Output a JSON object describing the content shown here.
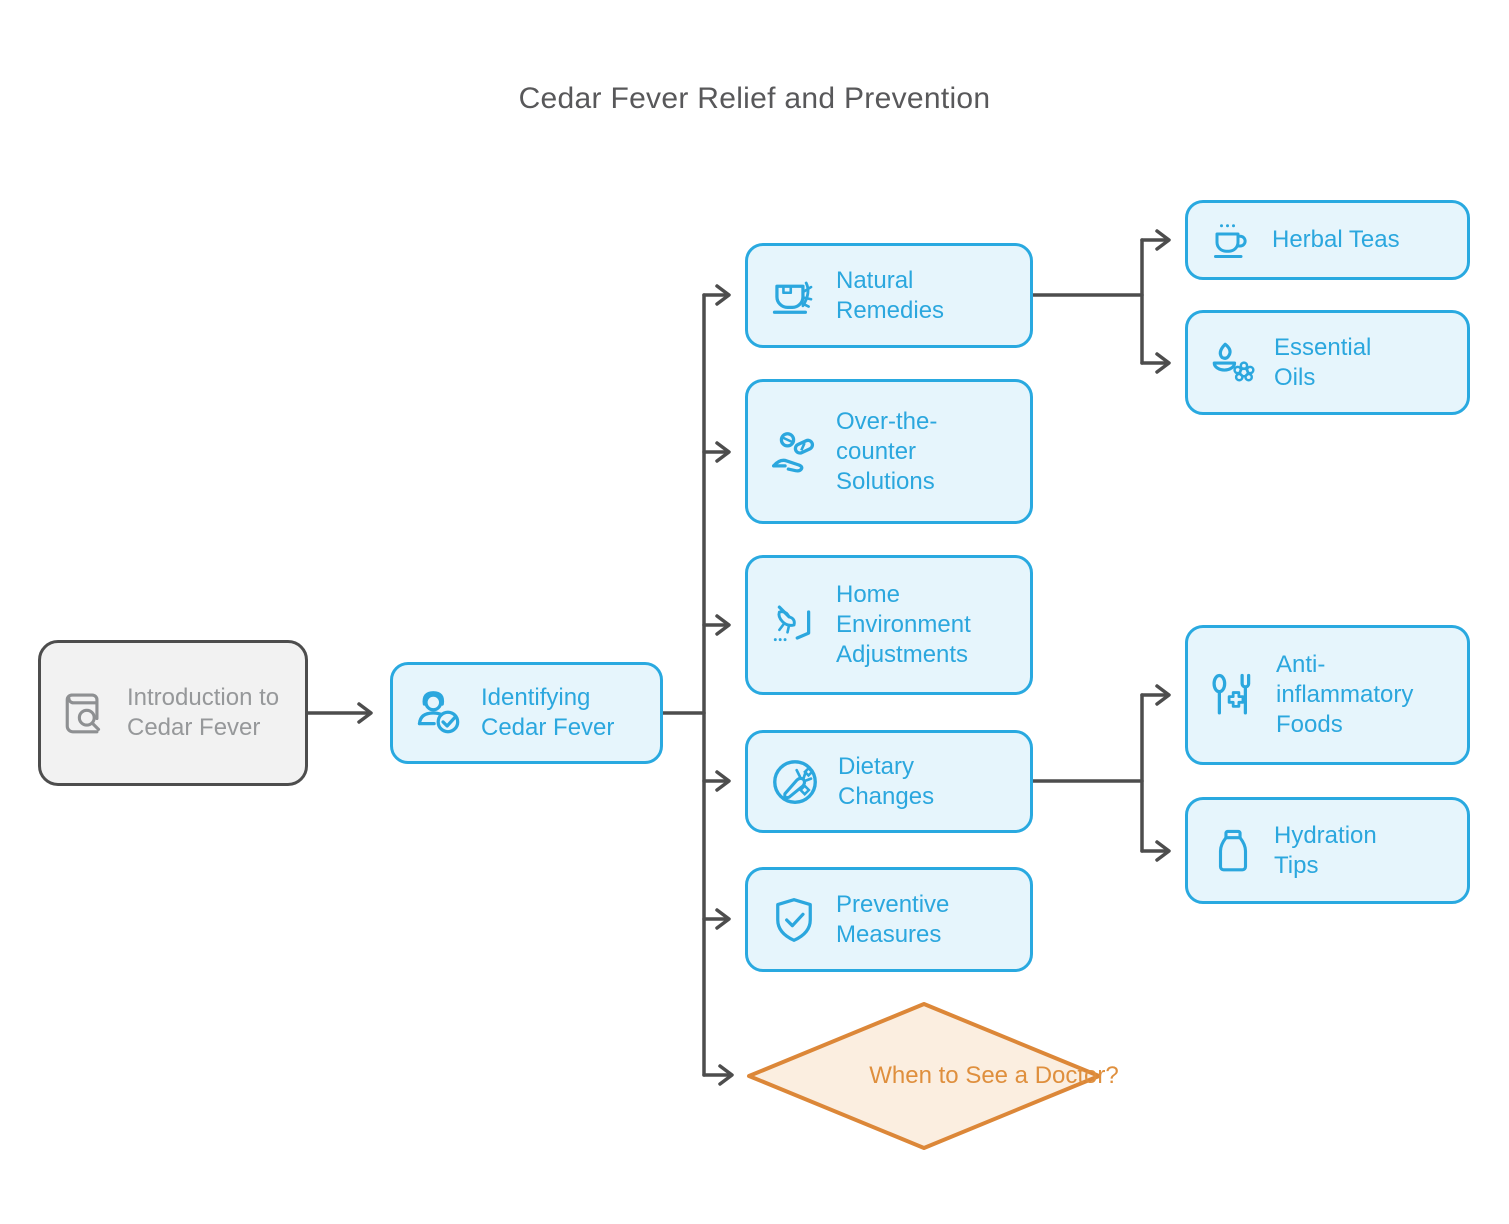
{
  "title": "Cedar Fever Relief and Prevention",
  "nodes": {
    "intro": {
      "label": "Introduction to Cedar Fever",
      "icon": "book-search-icon"
    },
    "identifying": {
      "label": "Identifying Cedar Fever",
      "icon": "person-check-icon"
    },
    "natural_remedies": {
      "label": "Natural Remedies",
      "icon": "herbal-cup-icon"
    },
    "otc": {
      "label": "Over-the-counter Solutions",
      "icon": "hand-pills-icon"
    },
    "home_env": {
      "label": "Home Environment Adjustments",
      "icon": "broom-icon"
    },
    "dietary": {
      "label": "Dietary Changes",
      "icon": "carrot-icon"
    },
    "preventive": {
      "label": "Preventive Measures",
      "icon": "shield-check-icon"
    },
    "doctor": {
      "label": "When to See a Doctor?"
    },
    "herbal_teas": {
      "label": "Herbal Teas",
      "icon": "steaming-cup-icon"
    },
    "essential_oils": {
      "label": "Essential Oils",
      "icon": "oil-diffuser-icon"
    },
    "anti_inflammatory": {
      "label": "Anti-inflammatory Foods",
      "icon": "cutlery-cross-icon"
    },
    "hydration": {
      "label": "Hydration Tips",
      "icon": "bottle-icon"
    }
  },
  "edges": [
    {
      "from": "Introduction to Cedar Fever",
      "to": "Identifying Cedar Fever"
    },
    {
      "from": "Identifying Cedar Fever",
      "to": "Natural Remedies"
    },
    {
      "from": "Identifying Cedar Fever",
      "to": "Over-the-counter Solutions"
    },
    {
      "from": "Identifying Cedar Fever",
      "to": "Home Environment Adjustments"
    },
    {
      "from": "Identifying Cedar Fever",
      "to": "Dietary Changes"
    },
    {
      "from": "Identifying Cedar Fever",
      "to": "Preventive Measures"
    },
    {
      "from": "Identifying Cedar Fever",
      "to": "When to See a Doctor?"
    },
    {
      "from": "Natural Remedies",
      "to": "Herbal Teas"
    },
    {
      "from": "Natural Remedies",
      "to": "Essential Oils"
    },
    {
      "from": "Dietary Changes",
      "to": "Anti-inflammatory Foods"
    },
    {
      "from": "Dietary Changes",
      "to": "Hydration Tips"
    }
  ],
  "colors": {
    "blue_border": "#29A9E0",
    "blue_fill": "#E6F5FC",
    "blue_text": "#2BA7DE",
    "gray_border": "#4D4D4D",
    "gray_fill": "#F2F2F2",
    "gray_text": "#96989A",
    "orange_border": "#DC8738",
    "orange_fill": "#FBEEE0",
    "orange_text": "#DF8F3D",
    "arrow": "#4D4D4D",
    "title_text": "#58585A"
  }
}
